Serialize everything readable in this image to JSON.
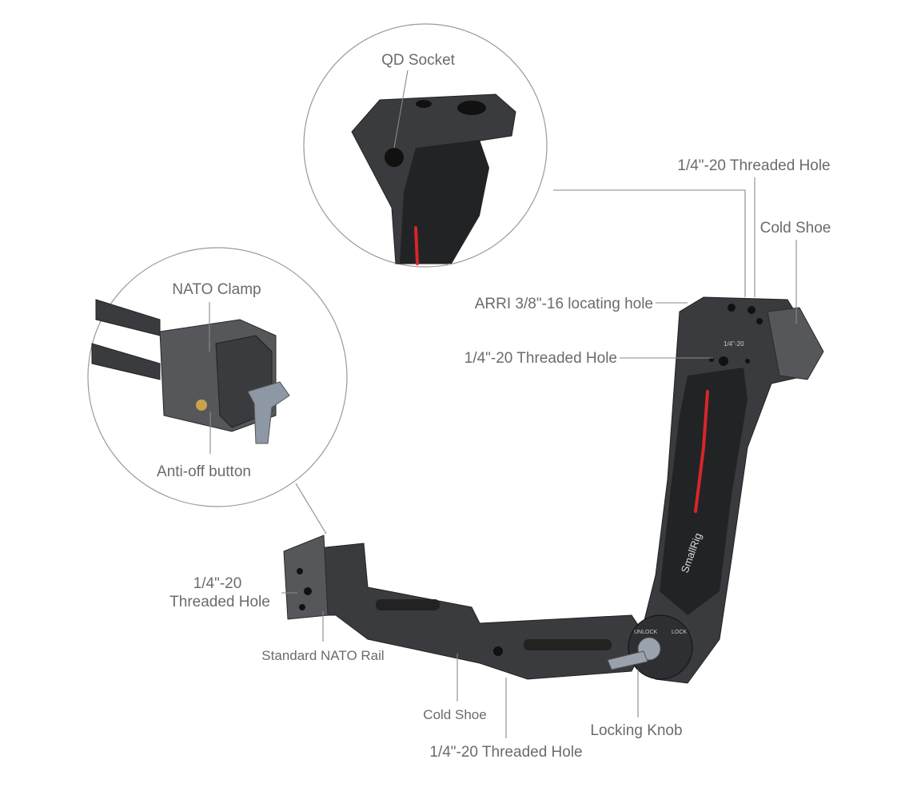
{
  "labels": {
    "qd_socket": "QD Socket",
    "top_threaded_hole": "1/4\"-20 Threaded Hole",
    "top_cold_shoe": "Cold Shoe",
    "arri_hole": "ARRI 3/8\"-16 locating hole",
    "grip_threaded_hole": "1/4\"-20 Threaded Hole",
    "nato_clamp": "NATO Clamp",
    "anti_off_button": "Anti-off button",
    "left_threaded_hole_line1": "1/4\"-20",
    "left_threaded_hole_line2": "Threaded Hole",
    "standard_nato_rail": "Standard NATO Rail",
    "bottom_cold_shoe": "Cold Shoe",
    "bottom_threaded_hole": "1/4\"-20 Threaded Hole",
    "locking_knob": "Locking Knob"
  },
  "product_markings": {
    "brand": "SmallRig",
    "grip_hole_mark": "1/4\"-20",
    "unlock": "UNLOCK",
    "lock": "LOCK"
  },
  "colors": {
    "accent_red": "#d6262b",
    "body": "#3a3b3e",
    "label": "#6b6b6b"
  }
}
